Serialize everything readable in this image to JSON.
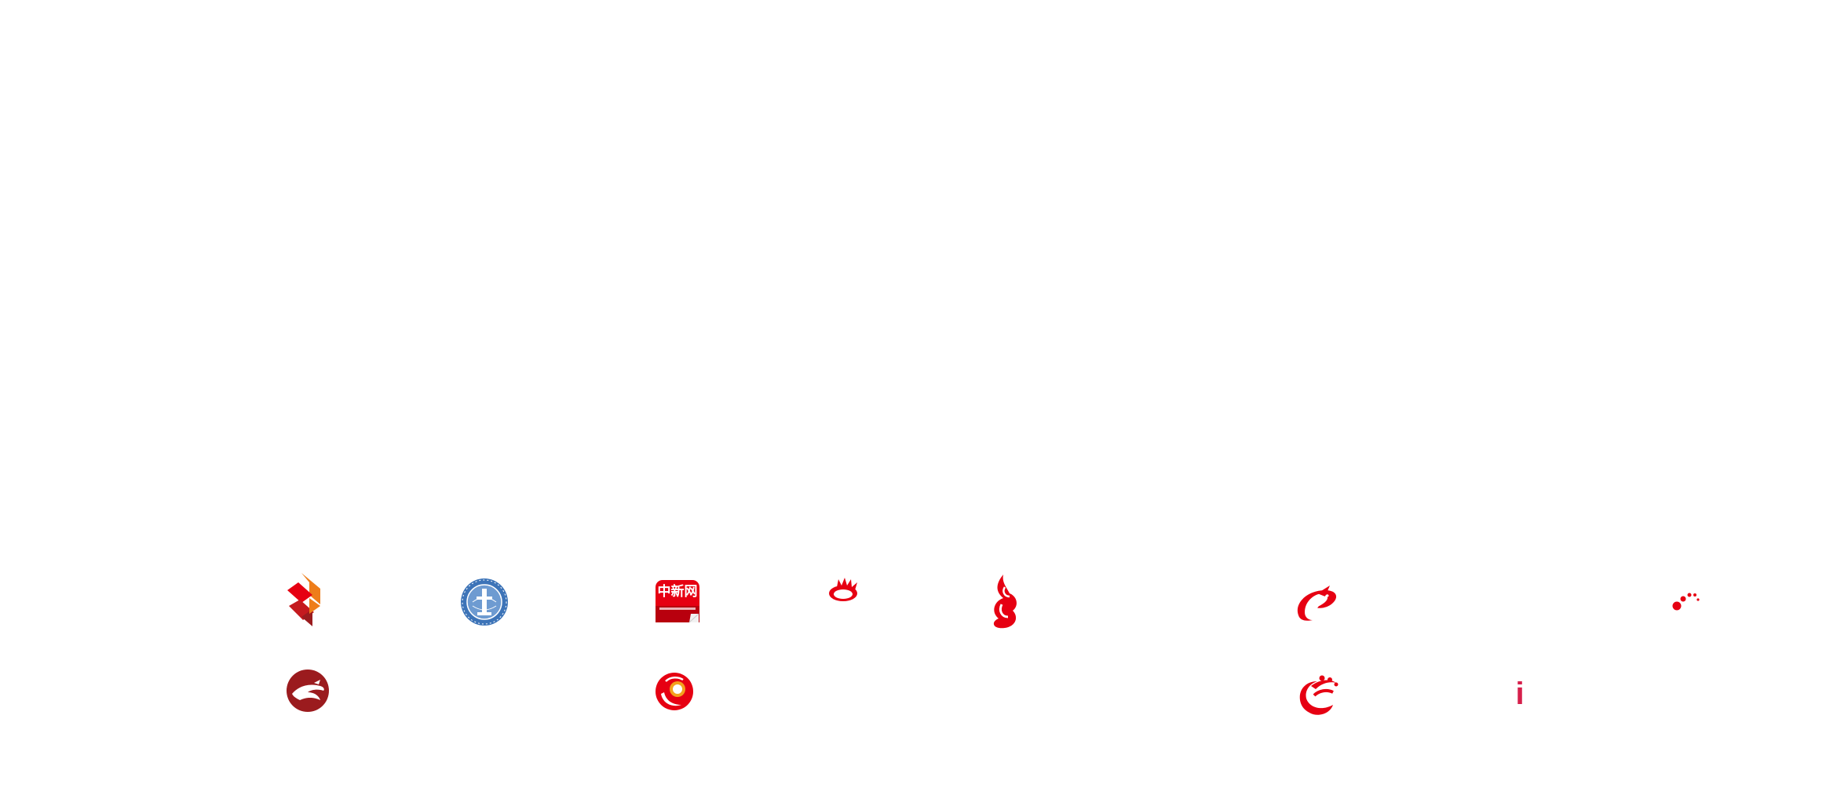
{
  "colors": {
    "red": "#e60012",
    "dark_red": "#9b1b1e",
    "orange": "#ee7d1a",
    "blue": "#3d74b8",
    "crimson": "#d61f4b",
    "white": "#ffffff"
  },
  "logos": [
    {
      "row": 1,
      "icon": "orange-red-interlocking-logo-icon"
    },
    {
      "row": 1,
      "icon": "xinhua-globe-seal-icon"
    },
    {
      "row": 1,
      "icon": "zhongxinwang-app-icon",
      "text": "中新网"
    },
    {
      "row": 1,
      "icon": "sina-eye-logo-icon"
    },
    {
      "row": 1,
      "icon": "red-flame-ribbon-logo-icon"
    },
    {
      "row": 1,
      "icon": "red-swoosh-logo-icon"
    },
    {
      "row": 1,
      "icon": "red-dots-logo-icon"
    },
    {
      "row": 2,
      "icon": "dark-red-dragon-circle-icon"
    },
    {
      "row": 2,
      "icon": "red-orange-sphere-logo-icon"
    },
    {
      "row": 2,
      "icon": "red-swirl-hoop-logo-icon"
    },
    {
      "row": 2,
      "icon": "crimson-i-logo-icon",
      "text": "i"
    }
  ]
}
